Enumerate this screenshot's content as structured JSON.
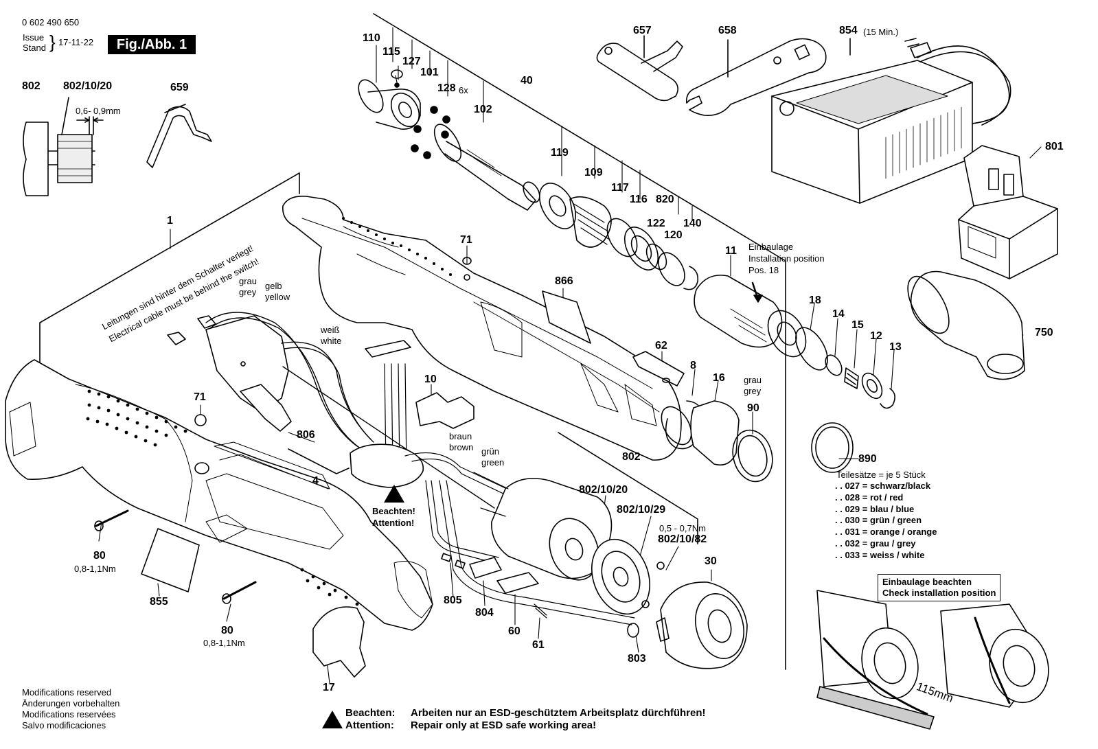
{
  "header": {
    "doc_number": "0 602 490 650",
    "issue_label_1": "Issue",
    "issue_label_2": "Stand",
    "issue_date": "17-11-22",
    "figure_label": "Fig./Abb. 1"
  },
  "part_labels": {
    "p1": "1",
    "p4": "4",
    "p8": "8",
    "p10": "10",
    "p11": "11",
    "p12": "12",
    "p13": "13",
    "p14": "14",
    "p15": "15",
    "p16": "16",
    "p17": "17",
    "p18": "18",
    "p30": "30",
    "p40": "40",
    "p60": "60",
    "p61": "61",
    "p62": "62",
    "p71a": "71",
    "p71b": "71",
    "p80a": "80",
    "p80b": "80",
    "p90": "90",
    "p101": "101",
    "p102": "102",
    "p109": "109",
    "p110": "110",
    "p115": "115",
    "p116": "116",
    "p117": "117",
    "p119": "119",
    "p120": "120",
    "p122": "122",
    "p127": "127",
    "p128": "128",
    "p140": "140",
    "p657": "657",
    "p658": "658",
    "p659": "659",
    "p750": "750",
    "p801": "801",
    "p802a": "802",
    "p802b": "802",
    "p802_10_20a": "802/10/20",
    "p802_10_20b": "802/10/20",
    "p802_10_29": "802/10/29",
    "p802_10_82": "802/10/82",
    "p803": "803",
    "p804": "804",
    "p805": "805",
    "p806": "806",
    "p820": "820",
    "p854": "854",
    "p855": "855",
    "p866": "866",
    "p890": "890"
  },
  "notes": {
    "qty_128": "6x",
    "charger_time": "(15 Min.)",
    "gap": "0,6- 0,9mm",
    "torque_80a": "0,8-1,1Nm",
    "torque_80b": "0,8-1,1Nm",
    "torque_82": "0,5 - 0,7Nm",
    "grau_grey_1a": "grau",
    "grau_grey_1b": "grey",
    "gelb_yellow_a": "gelb",
    "gelb_yellow_b": "yellow",
    "weiss_white_a": "weiß",
    "weiss_white_b": "white",
    "braun_brown_a": "braun",
    "braun_brown_b": "brown",
    "gruen_green_a": "grün",
    "gruen_green_b": "green",
    "grau_grey_2a": "grau",
    "grau_grey_2b": "grey",
    "cable_de": "Leitungen sind hinter dem Schalter verlegt!",
    "cable_en": "Electrical cable must be behind the switch!",
    "install_de": "Einbaulage",
    "install_en": "Installation position",
    "install_pos": "Pos. 18",
    "attention_de": "Beachten!",
    "attention_en": "Attention!",
    "length": "115mm"
  },
  "kit": {
    "title": "Teilesätze = je 5 Stück",
    "items": [
      ". . 027 = schwarz/black",
      ". . 028 = rot / red",
      ". . 029 = blau / blue",
      ". . 030 = grün / green",
      ". . 031 = orange / orange",
      ". . 032 = grau / grey",
      ". . 033 = weiss / white"
    ]
  },
  "check_box": {
    "line1": "Einbaulage beachten",
    "line2": "Check installation position"
  },
  "footer": {
    "mods": [
      "Modifications reserved",
      "Änderungen vorbehalten",
      "Modifications reservées",
      "Salvo modificaciones"
    ],
    "warn_de_label": "Beachten:",
    "warn_de_text": "Arbeiten nur an ESD-geschütztem Arbeitsplatz dürchführen!",
    "warn_en_label": "Attention:",
    "warn_en_text": "Repair only at ESD safe working area!"
  }
}
